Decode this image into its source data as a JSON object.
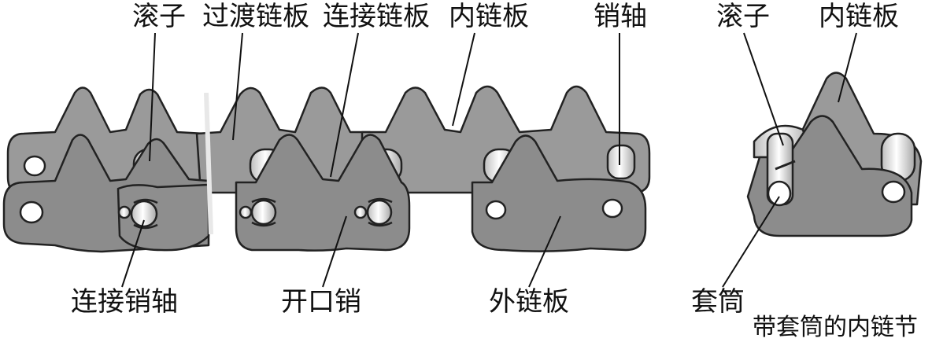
{
  "labels": {
    "roller_left": "滚子",
    "transition_plate": "过渡链板",
    "connecting_plate": "连接链板",
    "inner_plate_left": "内链板",
    "pin": "销轴",
    "roller_right": "滚子",
    "inner_plate_right": "内链板",
    "connecting_pin": "连接销轴",
    "cotter_pin": "开口销",
    "outer_plate": "外链板",
    "bushing": "套筒"
  },
  "caption": "带套筒的内链节",
  "colors": {
    "plate": "#8c8c8c",
    "plate_light": "#9e9e9e",
    "edge": "#222222",
    "roller": "#dcdcdc",
    "leader": "#111111"
  }
}
